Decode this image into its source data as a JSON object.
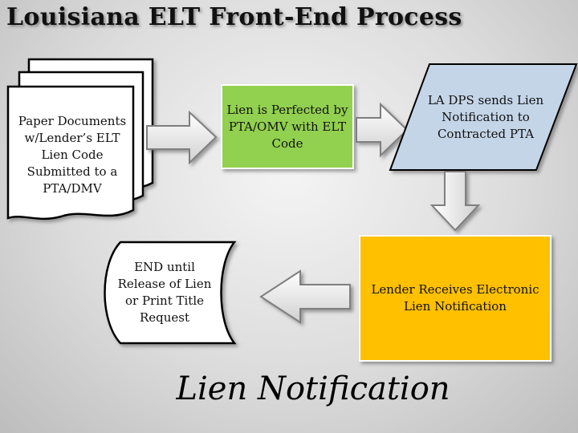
{
  "title": "Louisiana ELT Front-End Process",
  "steps": {
    "paper_documents": "Paper Documents w/Lender’s ELT Lien Code Submitted to a PTA/DMV",
    "lien_perfected": "Lien is Perfected by PTA/OMV with ELT Code",
    "dps_sends": "LA DPS sends Lien Notification to Contracted PTA",
    "lender_receives": "Lender Receives Electronic Lien Notification",
    "end_until": "END until Release of Lien or Print Title Request"
  },
  "caption": "Lien Notification",
  "colors": {
    "green": "#92d050",
    "gold": "#ffc000",
    "blue_gray": "#c5d5e8",
    "arrow_fill": "#e8e8e8",
    "arrow_stroke": "#7f7f7f"
  }
}
